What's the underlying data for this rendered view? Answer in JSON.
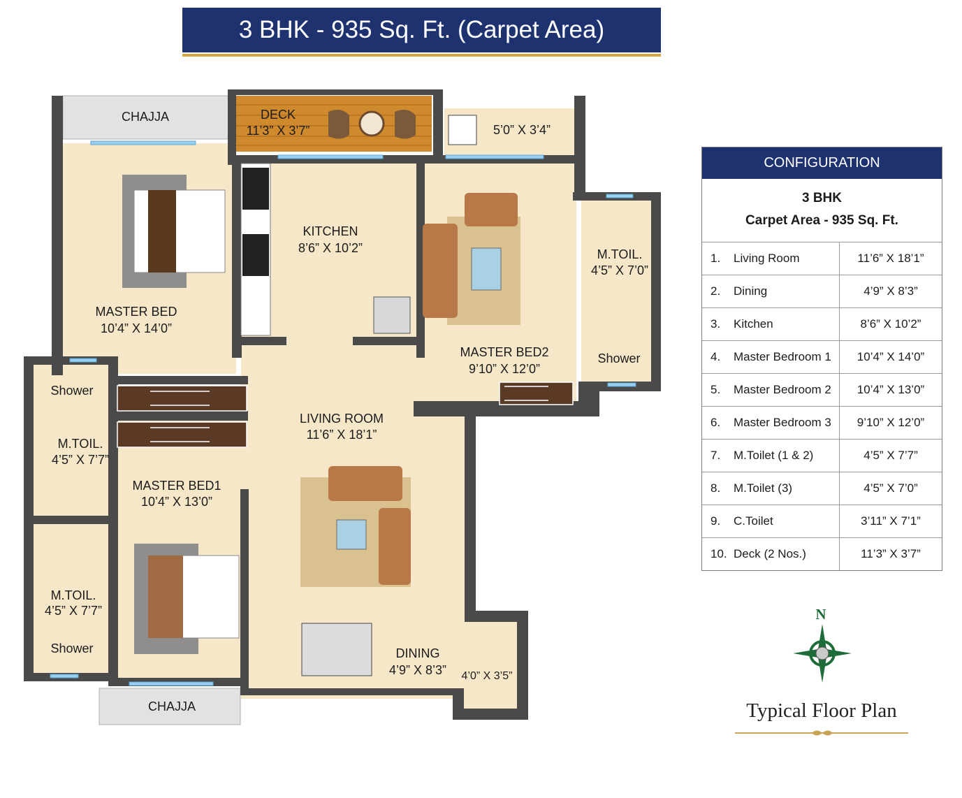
{
  "header": {
    "title": "3 BHK - 935 Sq. Ft. (Carpet Area)"
  },
  "plan_labels": {
    "chajja_top": "CHAJJA",
    "deck_name": "DECK",
    "deck_size": "11’3” X 3’7”",
    "balcony_size": "5’0” X 3’4”",
    "master_bed_name": "MASTER BED",
    "master_bed_size": "10’4” X 14’0”",
    "kitchen_name": "KITCHEN",
    "kitchen_size": "8’6” X 10’2”",
    "master_bed2_name": "MASTER BED2",
    "master_bed2_size": "9’10” X 12’0”",
    "mtoil_right_name": "M.TOIL.",
    "mtoil_right_size": "4’5” X 7’0”",
    "shower_right": "Shower",
    "shower_left_top": "Shower",
    "mtoil_left_top_name": "M.TOIL.",
    "mtoil_left_top_size": "4’5” X 7’7”",
    "living_name": "LIVING ROOM",
    "living_size": "11’6” X 18’1”",
    "master_bed1_name": "MASTER BED1",
    "master_bed1_size": "10’4” X 13’0”",
    "mtoil_left_bottom_name": "M.TOIL.",
    "mtoil_left_bottom_size": "4’5” X 7’7”",
    "shower_left_bottom": "Shower",
    "dining_name": "DINING",
    "dining_size": "4’9” X 8’3”",
    "balcony2_size": "4’0” X 3’5”",
    "chajja_bottom": "CHAJJA"
  },
  "configuration": {
    "heading": "CONFIGURATION",
    "type": "3 BHK",
    "carpet_area": "Carpet Area - 935 Sq. Ft.",
    "rows": [
      {
        "no": "1.",
        "room": "Living Room",
        "size": "11’6” X 18’1”"
      },
      {
        "no": "2.",
        "room": "Dining",
        "size": "4’9” X 8’3”"
      },
      {
        "no": "3.",
        "room": "Kitchen",
        "size": "8’6” X 10’2”"
      },
      {
        "no": "4.",
        "room": "Master Bedroom 1",
        "size": "10’4” X 14’0”"
      },
      {
        "no": "5.",
        "room": "Master Bedroom 2",
        "size": "10’4” X 13’0”"
      },
      {
        "no": "6.",
        "room": "Master Bedroom 3",
        "size": "9’10” X 12’0”"
      },
      {
        "no": "7.",
        "room": "M.Toilet (1 & 2)",
        "size": "4’5” X 7’7”"
      },
      {
        "no": "8.",
        "room": "M.Toilet (3)",
        "size": "4’5” X 7’0”"
      },
      {
        "no": "9.",
        "room": "C.Toilet",
        "size": "3’11” X 7’1”"
      },
      {
        "no": "10.",
        "room": "Deck (2 Nos.)",
        "size": "11’3” X  3’7”"
      }
    ]
  },
  "compass": {
    "north": "N"
  },
  "footer": {
    "caption": "Typical Floor Plan"
  },
  "colors": {
    "navy": "#1f3270",
    "gold": "#d9a53b",
    "floor": "#f6e7c8",
    "wall": "#4a4a4a",
    "deck": "#cf8a2e"
  }
}
